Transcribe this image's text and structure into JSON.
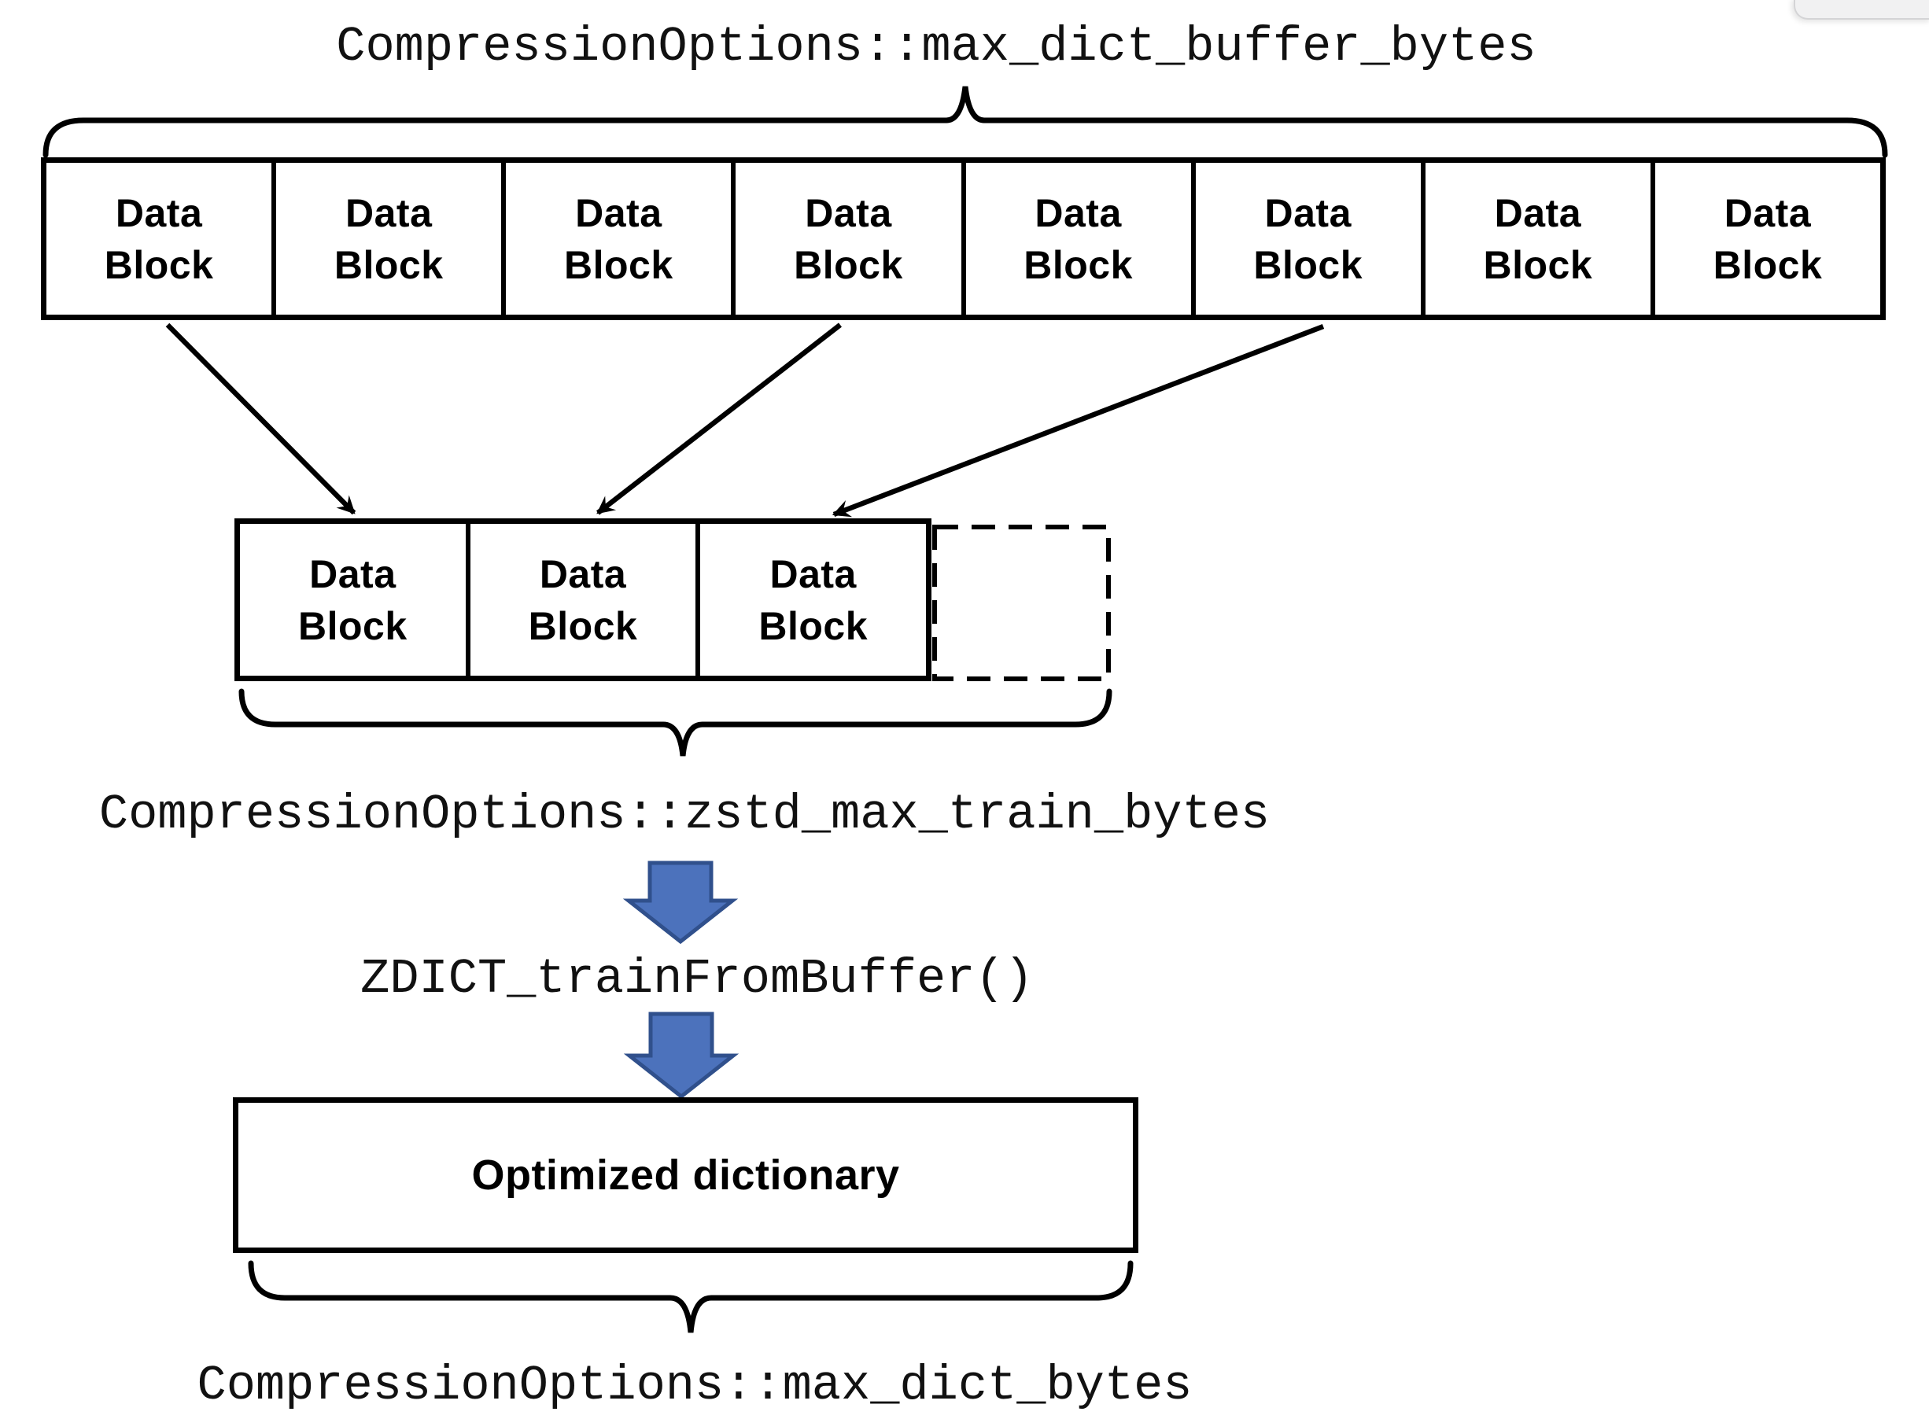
{
  "labels": {
    "max_dict_buffer_bytes": "CompressionOptions::max_dict_buffer_bytes",
    "zstd_max_train_bytes": "CompressionOptions::zstd_max_train_bytes",
    "zdict_train": "ZDICT_trainFromBuffer()",
    "optimized_dictionary": "Optimized dictionary",
    "max_dict_bytes": "CompressionOptions::max_dict_bytes"
  },
  "data_block": {
    "line1": "Data",
    "line2": "Block"
  },
  "top_row": {
    "count": 8
  },
  "sample_row": {
    "solid_count": 3,
    "dashed_count": 1
  },
  "colors": {
    "line": "#000000",
    "arrow_fill": "#4C72BC",
    "arrow_stroke": "#30508C"
  }
}
